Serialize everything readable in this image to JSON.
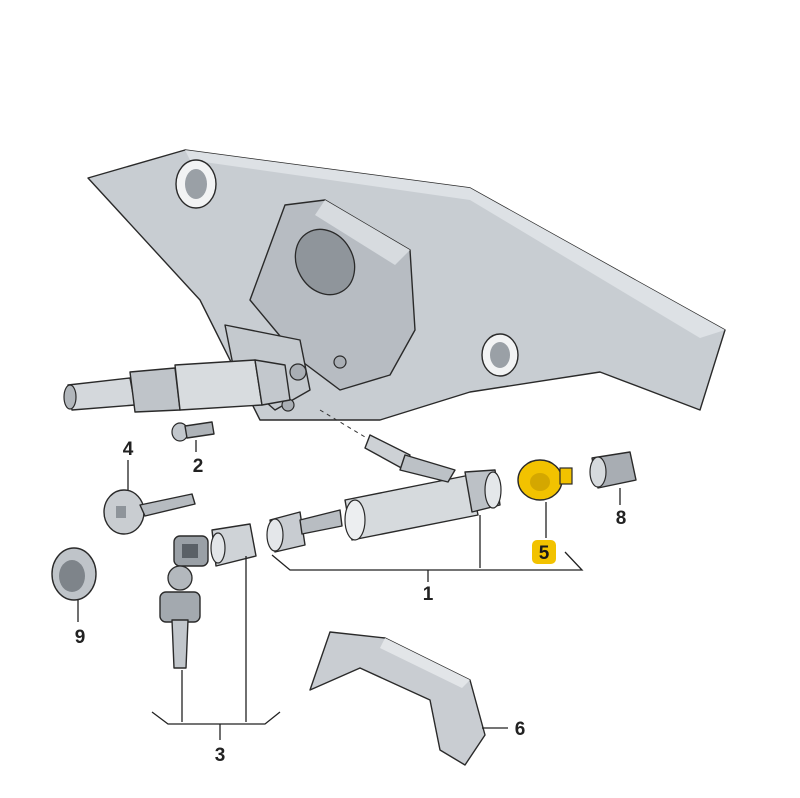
{
  "diagram": {
    "highlight_color": "#f2c200",
    "callouts": [
      {
        "id": "1",
        "text": "1"
      },
      {
        "id": "2",
        "text": "2"
      },
      {
        "id": "3",
        "text": "3"
      },
      {
        "id": "4",
        "text": "4"
      },
      {
        "id": "5",
        "text": "5",
        "highlighted": true
      },
      {
        "id": "6",
        "text": "6"
      },
      {
        "id": "8",
        "text": "8"
      },
      {
        "id": "9",
        "text": "9"
      }
    ]
  }
}
